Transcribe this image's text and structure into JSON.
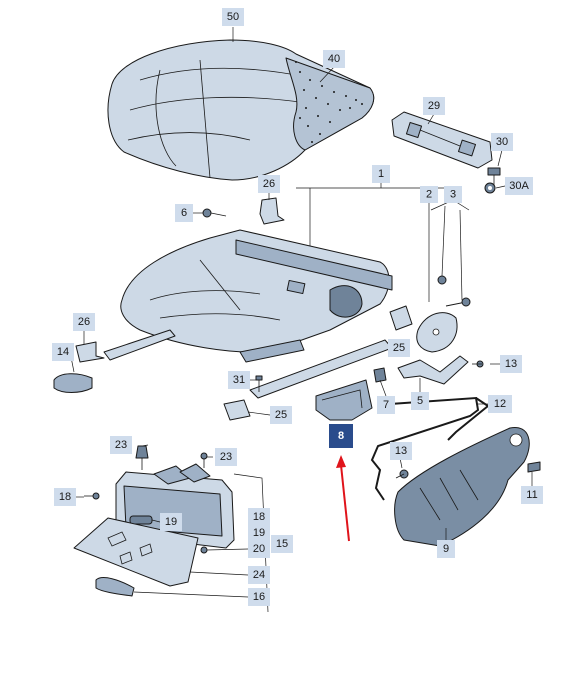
{
  "callouts": {
    "c50": "50",
    "c40": "40",
    "c29": "29",
    "c30": "30",
    "c30a": "30A",
    "c1": "1",
    "c2": "2",
    "c3": "3",
    "c26a": "26",
    "c6": "6",
    "c26b": "26",
    "c14": "14",
    "c25a": "25",
    "c13a": "13",
    "c31": "31",
    "c25b": "25",
    "c7": "7",
    "c5": "5",
    "c12": "12",
    "c8": "8",
    "c23a": "23",
    "c23b": "23",
    "c13b": "13",
    "c18a": "18",
    "c11": "11",
    "c19a": "19",
    "c18b": "18",
    "c19b": "19",
    "c20": "20",
    "c15": "15",
    "c24": "24",
    "c9": "9",
    "c16": "16"
  },
  "highlight": "8",
  "colors": {
    "label_bg": "#cfdcec",
    "highlight_bg": "#2a4c8c",
    "arrow": "#e0141b",
    "part_fill": "#cdd9e6"
  }
}
